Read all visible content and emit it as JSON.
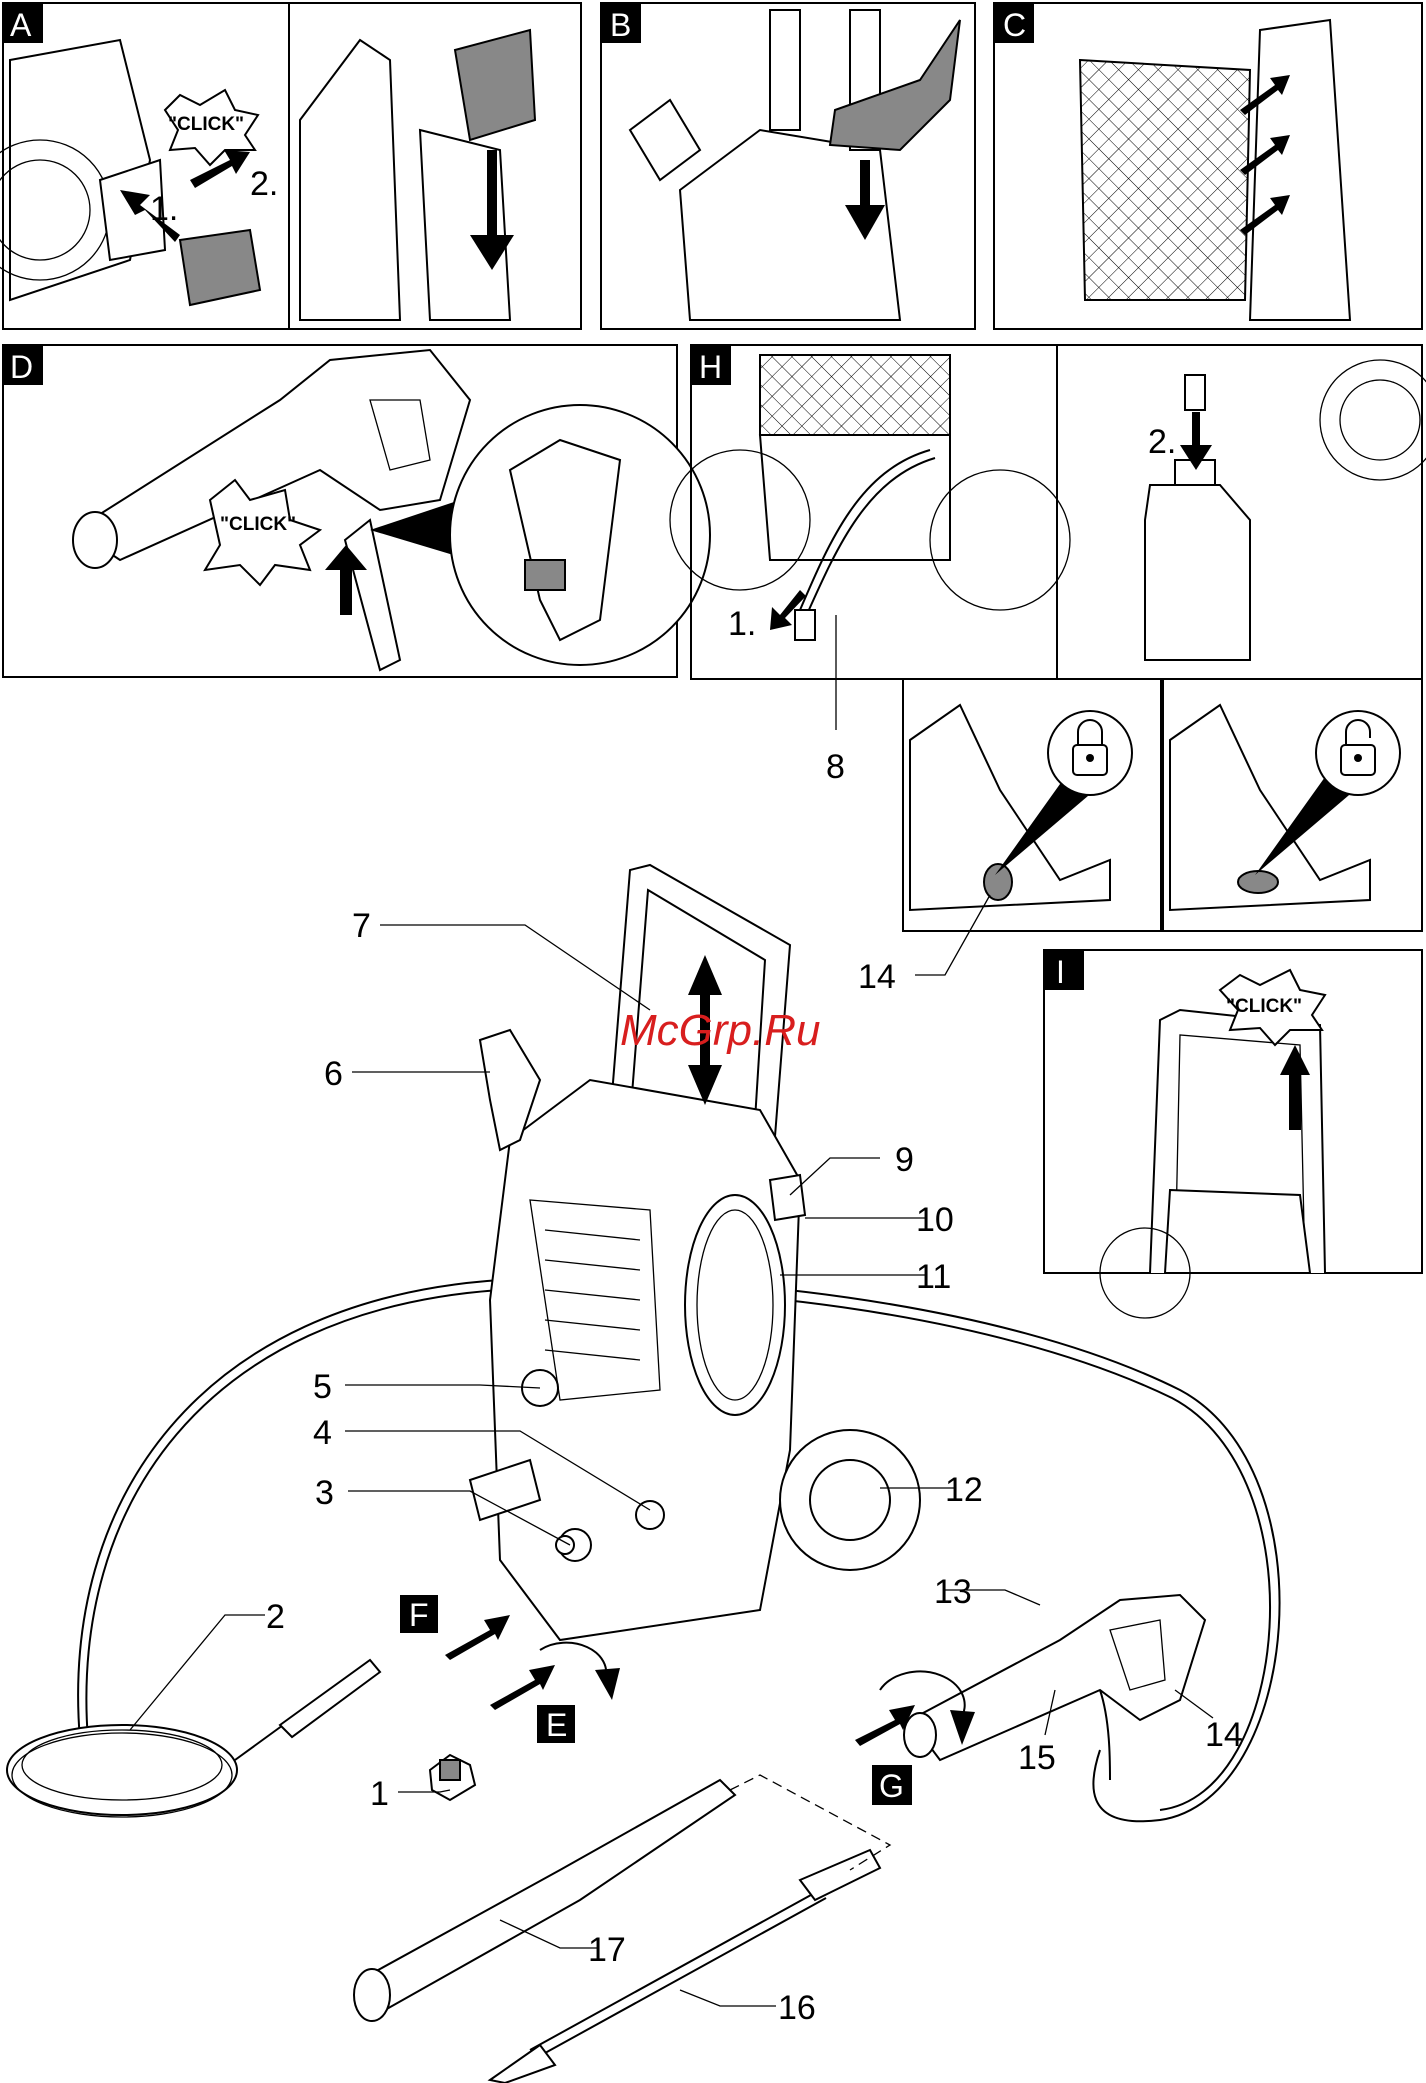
{
  "panels": {
    "A": "A",
    "B": "B",
    "C": "C",
    "D": "D",
    "H": "H",
    "I": "I",
    "E": "E",
    "F": "F",
    "G": "G"
  },
  "click_text": "\"CLICK\"",
  "steps": {
    "one": "1.",
    "two": "2."
  },
  "callouts": {
    "c1": "1",
    "c2": "2",
    "c3": "3",
    "c4": "4",
    "c5": "5",
    "c6": "6",
    "c7": "7",
    "c8": "8",
    "c9": "9",
    "c10": "10",
    "c11": "11",
    "c12": "12",
    "c13": "13",
    "c14_gun": "14",
    "c14_lock": "14",
    "c15": "15",
    "c16": "16",
    "c17": "17"
  },
  "watermark": "McGrp.Ru",
  "colors": {
    "watermark": "#d81e1e",
    "tag": "#000000",
    "part_grey": "#888888"
  }
}
